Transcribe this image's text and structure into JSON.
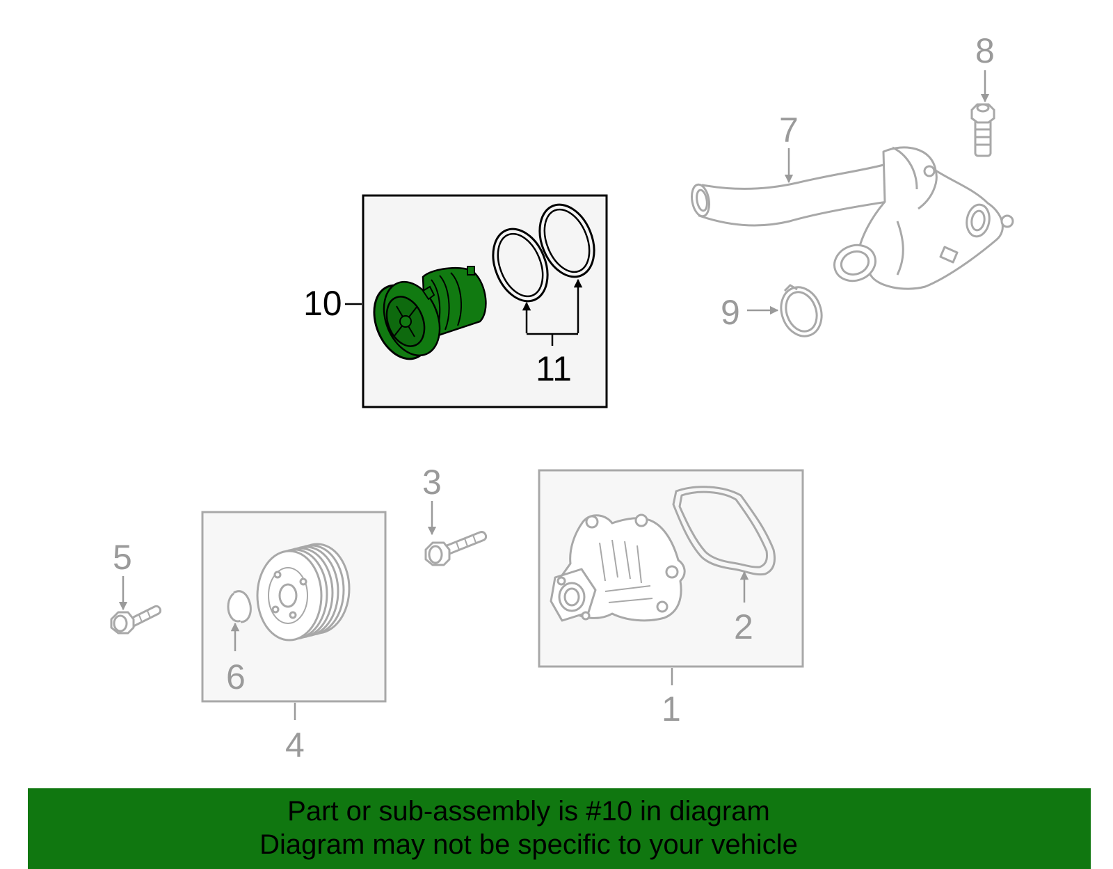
{
  "colors": {
    "highlight_part": "#117a11",
    "banner": "#107710",
    "context_line": "#a8a8a8",
    "context_box_fill": "#f7f7f7"
  },
  "callouts": {
    "c1": "1",
    "c2": "2",
    "c3": "3",
    "c4": "4",
    "c5": "5",
    "c6": "6",
    "c7": "7",
    "c8": "8",
    "c9": "9",
    "c10": "10",
    "c11": "11"
  },
  "highlighted_part": "10",
  "banner": {
    "line1": "Part or sub-assembly is #10 in diagram",
    "line2": "Diagram may not be specific to your vehicle"
  }
}
